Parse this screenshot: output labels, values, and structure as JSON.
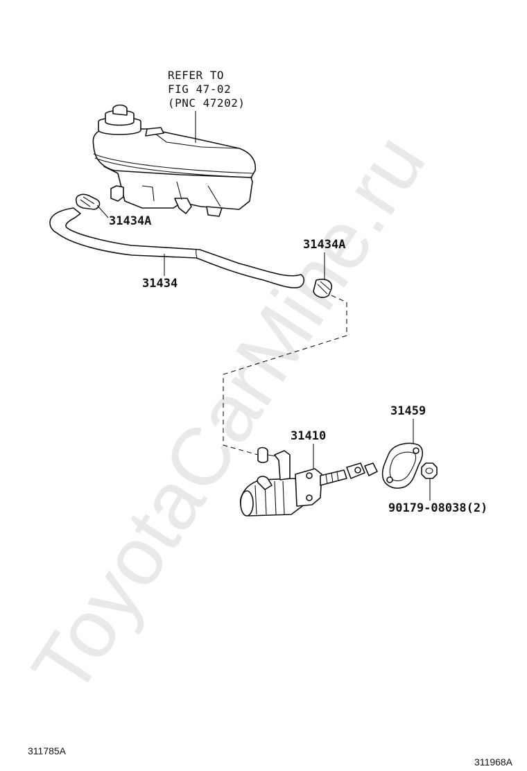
{
  "watermark": "ToyotaCarMine.ru",
  "note": {
    "line1": "REFER TO",
    "line2": "FIG 47-02",
    "line3": "(PNC 47202)"
  },
  "callouts": {
    "clamp_left": "31434A",
    "hose": "31434",
    "clamp_right": "31434A",
    "master_cylinder": "31410",
    "gasket": "31459",
    "nut": "90179-08038(2)"
  },
  "footer": {
    "left_code": "311785A",
    "right_code": "311968A"
  }
}
